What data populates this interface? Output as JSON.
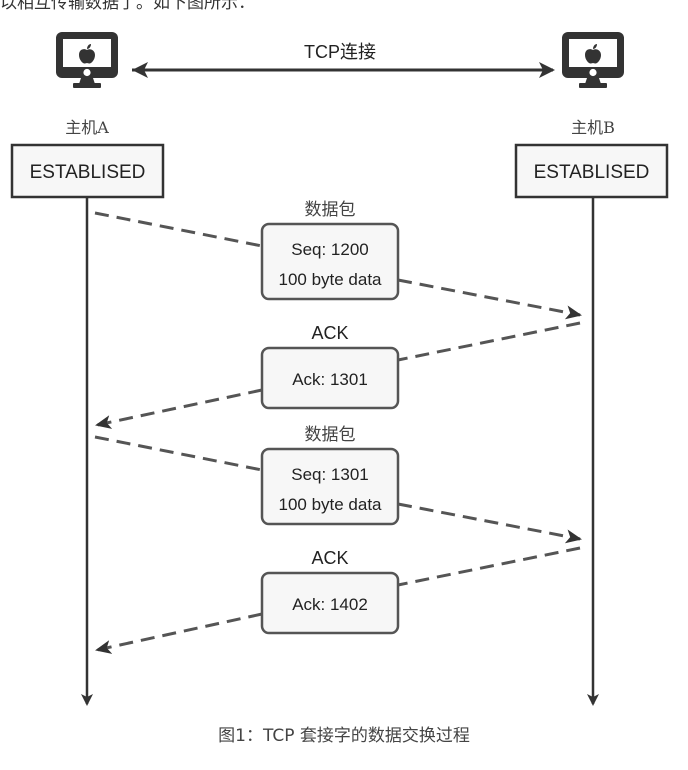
{
  "intro_text": "以相互传输数据了。如下图所示：",
  "colors": {
    "line": "#333333",
    "dashed": "#555555",
    "box_fill": "#f7f7f7",
    "box_border": "#555555",
    "text": "#222222"
  },
  "connection": {
    "label": "TCP连接"
  },
  "hosts": [
    {
      "name": "主机A",
      "state": "ESTABLISED",
      "icon": "imac-apple-icon"
    },
    {
      "name": "主机B",
      "state": "ESTABLISED",
      "icon": "imac-apple-icon"
    }
  ],
  "messages": [
    {
      "title": "数据包",
      "lines": [
        "Seq: 1200",
        "100 byte data"
      ],
      "direction": "A-to-B"
    },
    {
      "title": "ACK",
      "lines": [
        "Ack: 1301"
      ],
      "direction": "B-to-A"
    },
    {
      "title": "数据包",
      "lines": [
        "Seq: 1301",
        "100 byte data"
      ],
      "direction": "A-to-B"
    },
    {
      "title": "ACK",
      "lines": [
        "Ack: 1402"
      ],
      "direction": "B-to-A"
    }
  ],
  "caption": "图1：TCP 套接字的数据交换过程"
}
